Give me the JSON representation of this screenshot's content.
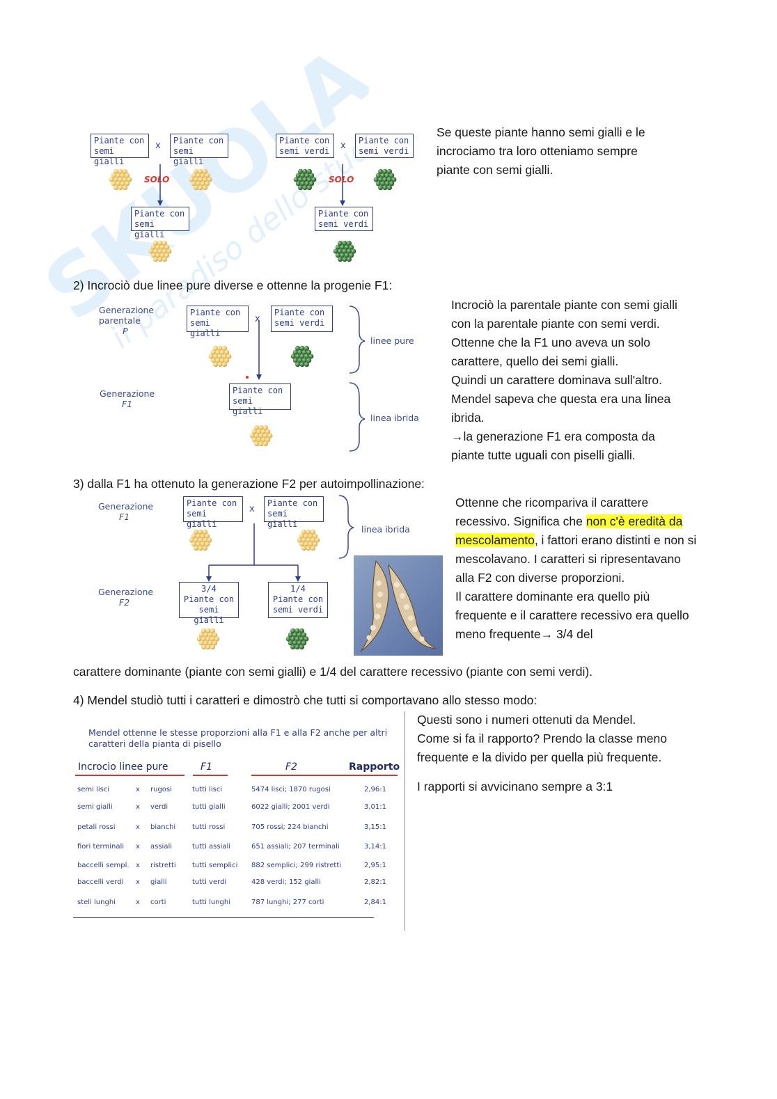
{
  "watermark": {
    "brand": "SKUOLA.net",
    "tagline": "il paradiso dello studente"
  },
  "section1": {
    "diagram": {
      "left_box_a": [
        "Piante con",
        "semi gialli"
      ],
      "left_box_b": [
        "Piante con",
        "semi gialli"
      ],
      "left_result": [
        "Piante con",
        "semi gialli"
      ],
      "right_box_a": [
        "Piante con",
        "semi verdi"
      ],
      "right_box_b": [
        "Piante con",
        "semi verdi"
      ],
      "right_result": [
        "Piante con",
        "semi verdi"
      ],
      "cross_symbol": "x",
      "solo_label": "SOLO"
    },
    "text": "Se queste piante hanno semi gialli e le incrociamo tra loro otteniamo sempre piante con semi gialli."
  },
  "section2": {
    "heading": "2) Incrociò due linee pure diverse e ottenne la progenie F1:",
    "diagram": {
      "gen_p_label": [
        "Generazione",
        "parentale",
        "P"
      ],
      "gen_f1_label": [
        "Generazione",
        "F1"
      ],
      "box_a": [
        "Piante con",
        "semi gialli"
      ],
      "box_b": [
        "Piante con",
        "semi verdi"
      ],
      "result": [
        "Piante con",
        "semi gialli"
      ],
      "cross_symbol": "x",
      "brace_top": "linee pure",
      "brace_bottom": "linea ibrida"
    },
    "text_lines": [
      "Incrociò la parentale piante con semi gialli",
      "con la parentale piante con semi verdi.",
      "Ottenne che la F1 uno aveva un solo",
      "carattere, quello dei semi gialli.",
      "Quindi un carattere dominava sull'altro.",
      "Mendel sapeva che questa era una linea",
      "ibrida.",
      "→la generazione F1 era composta da",
      "piante tutte uguali con piselli gialli."
    ]
  },
  "section3": {
    "heading": "3) dalla F1 ha ottenuto la generazione F2 per autoimpollinazione:",
    "diagram": {
      "gen_f1_label": [
        "Generazione",
        "F1"
      ],
      "gen_f2_label": [
        "Generazione",
        "F2"
      ],
      "box_a": [
        "Piante con",
        "semi gialli"
      ],
      "box_b": [
        "Piante con",
        "semi gialli"
      ],
      "result_a": [
        "3/4",
        "Piante con",
        "semi gialli"
      ],
      "result_b": [
        "1/4",
        "Piante con",
        "semi verdi"
      ],
      "cross_symbol": "x",
      "brace": "linea ibrida"
    },
    "text_before_hl": "Ottenne che ricompariva il carattere recessivo. Significa che ",
    "highlight": "non c'è eredità da mescolamento",
    "text_after_hl": ", i fattori erano distinti e non si mescolavano. I caratteri si ripresentavano alla F2 con diverse proporzioni.",
    "text_second": "Il carattere dominante era quello più frequente e il carattere recessivo era quello meno frequente→ 3/4 del",
    "text_full_width": "carattere dominante (piante con semi gialli) e 1/4 del carattere recessivo (piante con semi verdi)."
  },
  "section4": {
    "heading": "4) Mendel studiò tutti i caratteri e dimostrò che tutti si comportavano allo stesso modo:",
    "table_caption": [
      "Mendel ottenne le stesse proporzioni alla F1 e alla F2 anche per altri",
      "caratteri della pianta di pisello"
    ],
    "columns": [
      "Incrocio linee pure",
      "F1",
      "F2",
      "Rapporto"
    ],
    "rows": [
      [
        "semi lisci",
        "x",
        "rugosi",
        "tutti lisci",
        "5474 lisci; 1870 rugosi",
        "2,96:1"
      ],
      [
        "semi gialli",
        "x",
        "verdi",
        "tutti gialli",
        "6022 gialli; 2001 verdi",
        "3,01:1"
      ],
      [
        "petali rossi",
        "x",
        "bianchi",
        "tutti rossi",
        "705 rossi; 224 bianchi",
        "3,15:1"
      ],
      [
        "fiori terminali",
        "x",
        "assiali",
        "tutti assiali",
        "651 assiali; 207 terminali",
        "3,14:1"
      ],
      [
        "baccelli sempl.",
        "x",
        "ristretti",
        "tutti semplici",
        "882 semplici; 299 ristretti",
        "2,95:1"
      ],
      [
        "baccelli verdi",
        "x",
        "gialli",
        "tutti verdi",
        "428 verdi; 152 gialli",
        "2,82:1"
      ],
      [
        "steli lunghi",
        "x",
        "corti",
        "tutti lunghi",
        "787 lunghi; 277 corti",
        "2,84:1"
      ]
    ],
    "text_lines": [
      "Questi sono i numeri ottenuti da Mendel.",
      "Come si fa il rapporto?  Prendo la classe meno",
      "frequente e la divido per quella più frequente."
    ],
    "conclusion": "I rapporti si avvicinano sempre a 3:1"
  },
  "colors": {
    "yellow_pea": "#f0c870",
    "green_pea": "#3f7a3f",
    "box_border": "#2c3e8c",
    "highlight": "#ffff33",
    "solo_red": "#d9372b"
  }
}
